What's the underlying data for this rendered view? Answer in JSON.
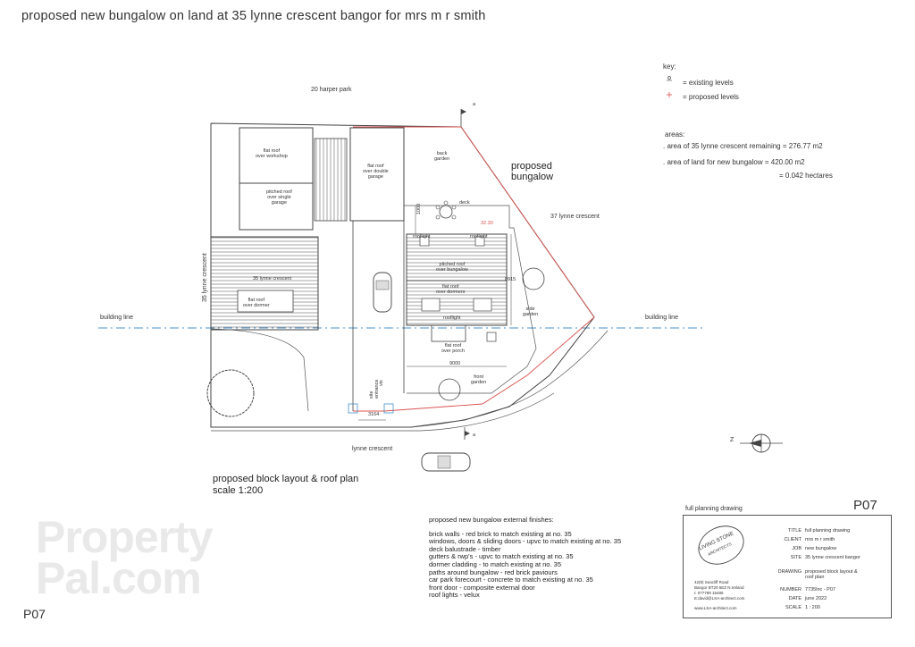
{
  "title": "proposed new bungalow on land at 35 lynne crescent bangor for mrs m r smith",
  "watermark": {
    "line1": "Property",
    "line2": "Pal.com"
  },
  "key": {
    "heading": "key:",
    "existing": "= existing levels",
    "proposed": "= proposed levels",
    "areas_heading": "areas:",
    "area_remaining": ". area of 35 lynne crescent remaining = 276.77 m2",
    "area_new": ". area of land for new bungalow = 420.00 m2",
    "hectares": "= 0.042 hectares"
  },
  "plan_labels": {
    "harper_park": "20 harper park",
    "proposed_bungalow": "proposed\nbungalow",
    "lynne_37": "37 lynne crescent",
    "lynne_35_side": "35 lynne crescent",
    "lynne_35_roof": "35 lynne crescent",
    "lynne_crescent": "lynne crescent",
    "building_line_left": "building line",
    "building_line_right": "building line",
    "flat_roof_workshop": "flat roof\nover workshop",
    "pitched_roof_single": "pitched roof\nover single\ngarage",
    "flat_roof_double": "flat roof\nover double\ngarage",
    "back_garden": "back\ngarden",
    "deck": "deck",
    "rooflight1": "rooflight",
    "rooflight2": "rooflight",
    "rooflight3": "rooflight",
    "pitched_roof_bungalow": "pitched roof\nover bungalow",
    "flat_roof_dormers": "flat roof\nover dormers",
    "flat_roof_dormer": "flat roof\nover dormer",
    "flat_roof_porch": "flat roof\nover porch",
    "side_garden": "side\ngarden",
    "front_garden": "front\ngarden",
    "site_entrance": "site\nentrance",
    "dim_1000": "1000",
    "dim_8915": "8915",
    "dim_9000": "9000",
    "dim_3164": "3164",
    "level_tag": "32.30",
    "vis_tag": "vis",
    "compass": "Z",
    "letter_a1": "a",
    "letter_a2": "a"
  },
  "plan_title": {
    "line1": "proposed block layout & roof plan",
    "line2": "scale 1:200"
  },
  "finishes": {
    "heading": "proposed new bungalow external finishes:",
    "items": [
      "brick walls - red brick to match existing at no. 35",
      "windows, doors & sliding doors - upvc to match existing at no. 35",
      "deck balustrade - timber",
      "gutters & rwp's - upvc to match existing at no. 35",
      "dormer cladding - to match existing at no. 35",
      "paths around bungalow - red brick paviours",
      "car park forecourt - concrete to match existing at no. 35",
      "front door - composite external door",
      "roof lights - velux"
    ]
  },
  "title_block": {
    "header": "full planning drawing",
    "sheet": "P07",
    "logo_line1": "LIVING STONE",
    "logo_line2": "ARCHITECTS",
    "address": [
      "42(8) Seacliff Road",
      "Bangor BT20 5EZ  N.Ireland",
      "t: 077789 15486",
      "E:david@LSA-architect.com"
    ],
    "web": "www.LSA-architect.com",
    "fields": [
      {
        "key": "TITLE",
        "value": "full planning drawing"
      },
      {
        "key": "CLIENT",
        "value": "mrs m r smith"
      },
      {
        "key": "JOB",
        "value": "new bungalow"
      },
      {
        "key": "SITE",
        "value": "35 lynne crescent bangor"
      },
      {
        "key": "DRAWING",
        "value": "proposed block layout &\nroof plan"
      },
      {
        "key": "NUMBER",
        "value": "7735lnc - P07"
      },
      {
        "key": "DATE",
        "value": "june 2022"
      },
      {
        "key": "SCALE",
        "value": "1 : 200"
      }
    ]
  },
  "sheet_left": "P07",
  "colors": {
    "boundary_red": "#d9534f",
    "building_line_blue": "#4a90c8",
    "linework": "#444444"
  }
}
